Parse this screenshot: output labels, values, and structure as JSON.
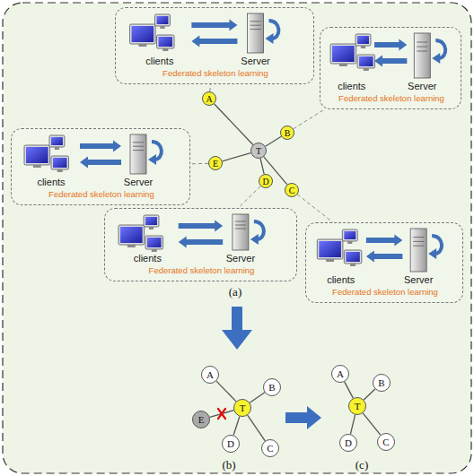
{
  "diagram": {
    "nodes": [
      {
        "text": [
          "clients",
          "Server",
          "Federated skeleton learning"
        ]
      },
      {
        "text": [
          "clients",
          "Server",
          "Federated skeleton learning"
        ]
      },
      {
        "text": [
          "clients",
          "Server",
          "Federated skeleton learning"
        ]
      },
      {
        "text": [
          "clients",
          "Server",
          "Federated skeleton learning"
        ]
      },
      {
        "text": [
          "clients",
          "Server",
          "Federated skeleton learning"
        ]
      },
      {
        "text": [
          "A"
        ]
      },
      {
        "text": [
          "B"
        ]
      },
      {
        "text": [
          "T"
        ]
      },
      {
        "text": [
          "E"
        ]
      },
      {
        "text": [
          "D"
        ]
      },
      {
        "text": [
          "C"
        ]
      },
      {
        "text": [
          "A"
        ]
      },
      {
        "text": [
          "T"
        ]
      },
      {
        "text": [
          "B"
        ]
      },
      {
        "text": [
          "E"
        ]
      },
      {
        "text": [
          "D"
        ]
      },
      {
        "text": [
          "C"
        ]
      },
      {
        "text": [
          "A"
        ]
      },
      {
        "text": [
          "T"
        ]
      },
      {
        "text": [
          "B"
        ]
      },
      {
        "text": [
          "D"
        ]
      },
      {
        "text": [
          "C"
        ]
      }
    ],
    "edges": [
      {
        "from": 7,
        "to": 5,
        "arrow": "none"
      },
      {
        "from": 7,
        "to": 6,
        "arrow": "none"
      },
      {
        "from": 7,
        "to": 10,
        "arrow": "none"
      },
      {
        "from": 7,
        "to": 9,
        "arrow": "none"
      },
      {
        "from": 7,
        "to": 8,
        "arrow": "none"
      },
      {
        "from": 5,
        "to": 0,
        "arrow": "none"
      },
      {
        "from": 6,
        "to": 1,
        "arrow": "none"
      },
      {
        "from": 8,
        "to": 2,
        "arrow": "none"
      },
      {
        "from": 9,
        "to": 3,
        "arrow": "none"
      },
      {
        "from": 10,
        "to": 4,
        "arrow": "none"
      },
      {
        "from": 12,
        "to": 11,
        "arrow": "none"
      },
      {
        "from": 12,
        "to": 13,
        "arrow": "none"
      },
      {
        "from": 12,
        "to": 16,
        "arrow": "none"
      },
      {
        "from": 12,
        "to": 15,
        "arrow": "none"
      },
      {
        "from": 12,
        "to": 14,
        "arrow": "none"
      },
      {
        "from": 18,
        "to": 17,
        "arrow": "none"
      },
      {
        "from": 18,
        "to": 19,
        "arrow": "none"
      },
      {
        "from": 18,
        "to": 21,
        "arrow": "none"
      },
      {
        "from": 18,
        "to": 20,
        "arrow": "none"
      }
    ],
    "labels": [
      "(a)",
      "(b)",
      "(c)"
    ]
  }
}
